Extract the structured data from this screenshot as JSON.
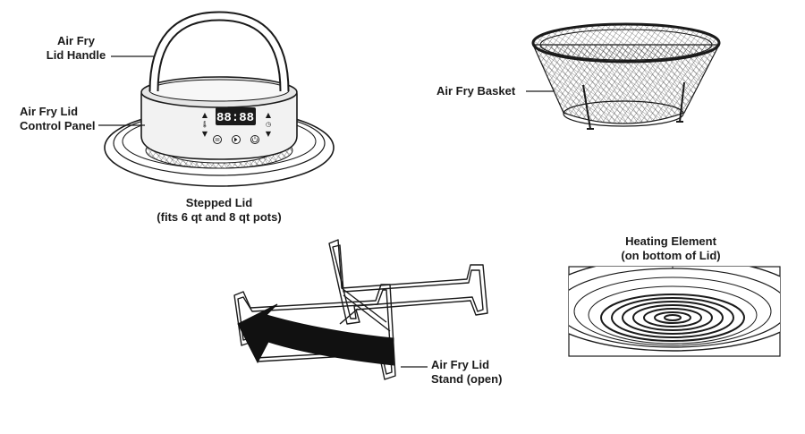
{
  "labels": {
    "lid_handle": [
      "Air Fry",
      "Lid Handle"
    ],
    "control_panel": [
      "Air Fry Lid",
      "Control Panel"
    ],
    "stepped_lid": [
      "Stepped Lid",
      "(fits 6 qt and 8 qt pots)"
    ],
    "basket": [
      "Air Fry Basket"
    ],
    "heating_element": [
      "Heating Element",
      "(on bottom of Lid)"
    ],
    "lid_stand": [
      "Air Fry Lid",
      "Stand (open)"
    ]
  },
  "display_readout": "88:88",
  "colors": {
    "ink": "#1a1a1a",
    "display_bg": "#1a1a1a",
    "display_text": "#ffffff",
    "lid_body": "#f2f2f2",
    "arrow": "#111111"
  }
}
